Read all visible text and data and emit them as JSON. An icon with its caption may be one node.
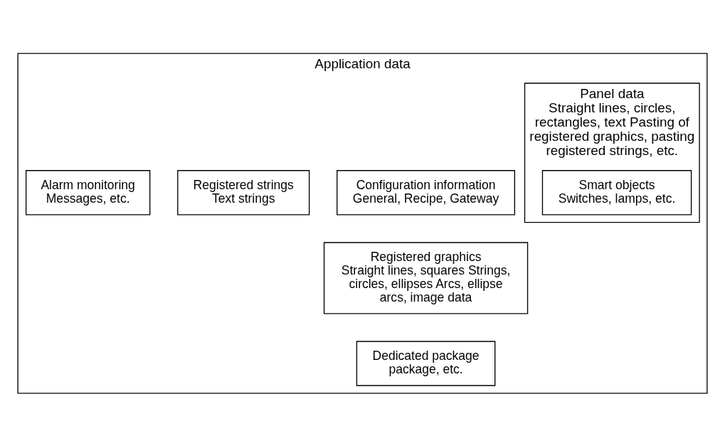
{
  "diagram": {
    "nodes": [
      {
        "text": [
          "Application data"
        ]
      },
      {
        "text": [
          "Configuration information",
          "General, Recipe, Gateway"
        ],
        "in": 0
      },
      {
        "text": [
          "Panel data",
          "Straight lines, circles, rectangles, text Pasting of registered graphics, pasting registered strings, etc."
        ],
        "in": 0
      },
      {
        "text": [
          "Smart objects",
          "Switches, lamps, etc."
        ],
        "in": 2
      },
      {
        "text": [
          "Registered graphics",
          "Straight lines, squares Strings, circles, ellipses Arcs, ellipse arcs, image data"
        ],
        "in": 0
      },
      {
        "text": [
          "Registered strings",
          "Text strings"
        ],
        "in": 0
      },
      {
        "text": [
          "Alarm monitoring",
          "Messages, etc."
        ],
        "in": 0
      },
      {
        "text": [
          "Dedicated package",
          "package, etc."
        ],
        "in": 0
      }
    ]
  }
}
